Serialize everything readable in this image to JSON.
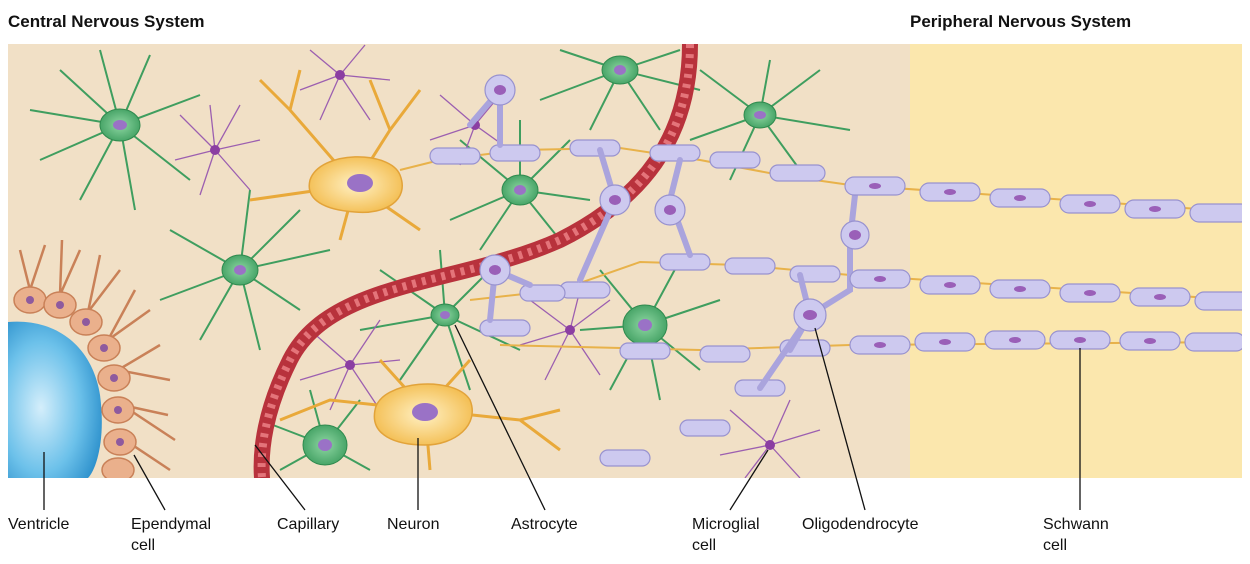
{
  "headings": {
    "cns": "Central Nervous System",
    "pns": "Peripheral Nervous System"
  },
  "labels": {
    "ventricle": "Ventricle",
    "ependymal": [
      "Ependymal",
      "cell"
    ],
    "capillary": "Capillary",
    "neuron": "Neuron",
    "astrocyte": "Astrocyte",
    "microglial": [
      "Microglial",
      "cell"
    ],
    "oligodendrocyte": "Oligodendrocyte",
    "schwann": [
      "Schwann",
      "cell"
    ]
  },
  "colors": {
    "cns_background": "#f1e0c6",
    "pns_background": "#fbe7ad",
    "ventricle": "#58b6e4",
    "ependymal": "#e8a882",
    "neuron": "#f6c25d",
    "astrocyte": "#4caf6e",
    "microglia": "#9c5fb0",
    "myelin": "#c5c2e9",
    "capillary": "#d7505a",
    "axon": "#e8b24a"
  }
}
